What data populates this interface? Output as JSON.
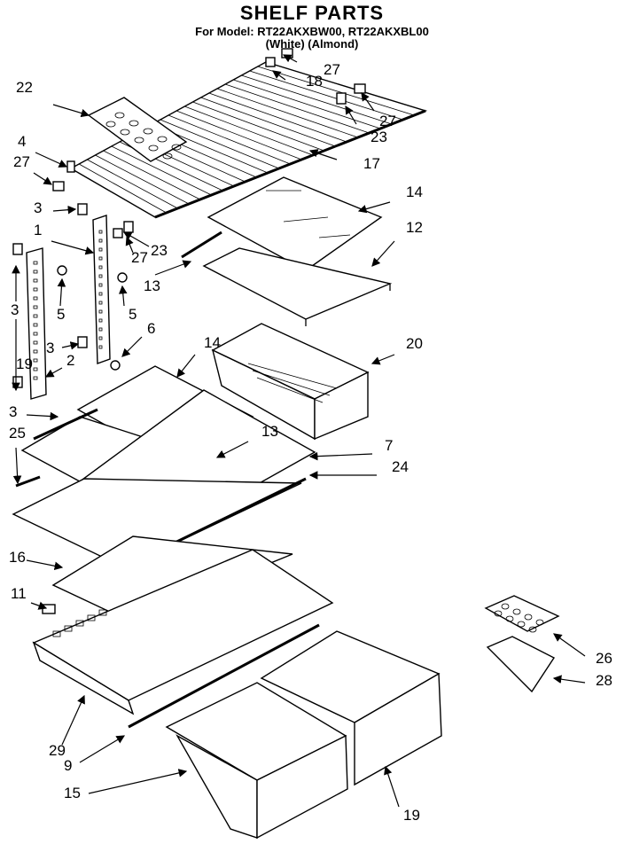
{
  "header": {
    "title": "SHELF PARTS",
    "model_line": "For Model: RT22AKXBW00, RT22AKXBL00",
    "variant_line": "(White)    (Almond)"
  },
  "callouts": [
    "27",
    "18",
    "27",
    "23",
    "22",
    "4",
    "17",
    "27",
    "14",
    "3",
    "12",
    "1",
    "27",
    "23",
    "3",
    "5",
    "13",
    "5",
    "6",
    "3",
    "14",
    "20",
    "2",
    "3",
    "13",
    "7",
    "25",
    "24",
    "16",
    "11",
    "26",
    "28",
    "29",
    "9",
    "15",
    "19",
    "19"
  ]
}
